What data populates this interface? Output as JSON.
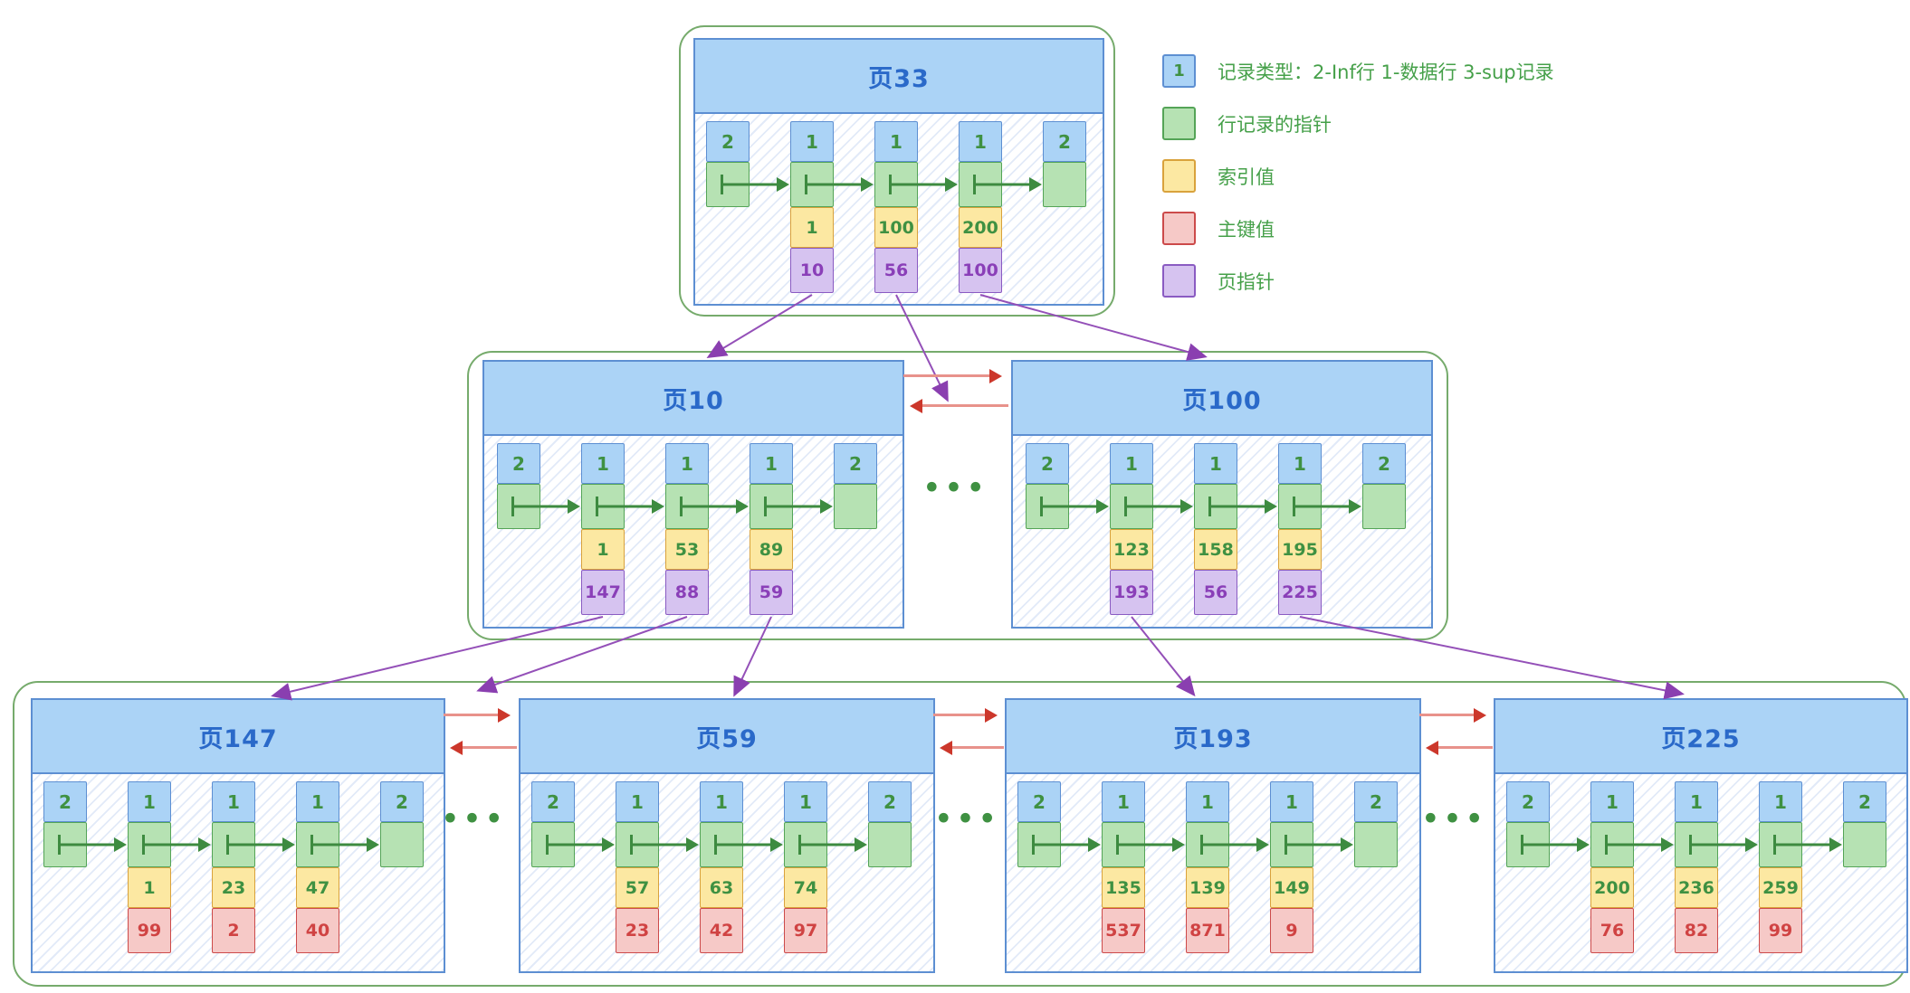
{
  "legend": {
    "items": [
      {
        "id": "record-type",
        "box_label": "1",
        "label": "记录类型：2-Inf行 1-数据行 3-sup记录"
      },
      {
        "id": "row-pointer",
        "label": "行记录的指针"
      },
      {
        "id": "index-value",
        "label": "索引值"
      },
      {
        "id": "primary-key",
        "label": "主键值"
      },
      {
        "id": "page-pointer",
        "label": "页指针"
      }
    ]
  },
  "ellipsis": "•••",
  "colors": {
    "record_type_fill": "#abd3f6",
    "record_type_border": "#5d8fd2",
    "row_pointer_fill": "#b6e2b3",
    "row_pointer_green": "#3d8b40",
    "index_value_fill": "#fce8a2",
    "index_value_border": "#d9a23c",
    "primary_key_fill": "#f6c9c7",
    "primary_key_border": "#cc4a4a",
    "page_pointer_fill": "#d6c3f0",
    "page_pointer_border": "#8a5bc2",
    "page_title_blue": "#2a69c9",
    "legend_text_green": "#45a049",
    "container_green": "#76ab6c",
    "sibling_arrow_red": "#e8928b",
    "pointer_arrow_purple": "#8e44ad"
  },
  "tree": {
    "pages": [
      {
        "id": "root33",
        "title": "页33",
        "records": [
          {
            "type": "2"
          },
          {
            "type": "1",
            "index": "1",
            "page_ptr": "10"
          },
          {
            "type": "1",
            "index": "100",
            "page_ptr": "56"
          },
          {
            "type": "1",
            "index": "200",
            "page_ptr": "100"
          },
          {
            "type": "2"
          }
        ]
      },
      {
        "id": "mid10",
        "title": "页10",
        "records": [
          {
            "type": "2"
          },
          {
            "type": "1",
            "index": "1",
            "page_ptr": "147"
          },
          {
            "type": "1",
            "index": "53",
            "page_ptr": "88"
          },
          {
            "type": "1",
            "index": "89",
            "page_ptr": "59"
          },
          {
            "type": "2"
          }
        ]
      },
      {
        "id": "mid100",
        "title": "页100",
        "records": [
          {
            "type": "2"
          },
          {
            "type": "1",
            "index": "123",
            "page_ptr": "193"
          },
          {
            "type": "1",
            "index": "158",
            "page_ptr": "56"
          },
          {
            "type": "1",
            "index": "195",
            "page_ptr": "225"
          },
          {
            "type": "2"
          }
        ]
      },
      {
        "id": "leaf147",
        "title": "页147",
        "records": [
          {
            "type": "2"
          },
          {
            "type": "1",
            "index": "1",
            "pk": "99"
          },
          {
            "type": "1",
            "index": "23",
            "pk": "2"
          },
          {
            "type": "1",
            "index": "47",
            "pk": "40"
          },
          {
            "type": "2"
          }
        ]
      },
      {
        "id": "leaf59",
        "title": "页59",
        "records": [
          {
            "type": "2"
          },
          {
            "type": "1",
            "index": "57",
            "pk": "23"
          },
          {
            "type": "1",
            "index": "63",
            "pk": "42"
          },
          {
            "type": "1",
            "index": "74",
            "pk": "97"
          },
          {
            "type": "2"
          }
        ]
      },
      {
        "id": "leaf193",
        "title": "页193",
        "records": [
          {
            "type": "2"
          },
          {
            "type": "1",
            "index": "135",
            "pk": "537"
          },
          {
            "type": "1",
            "index": "139",
            "pk": "871"
          },
          {
            "type": "1",
            "index": "149",
            "pk": "9"
          },
          {
            "type": "2"
          }
        ]
      },
      {
        "id": "leaf225",
        "title": "页225",
        "records": [
          {
            "type": "2"
          },
          {
            "type": "1",
            "index": "200",
            "pk": "76"
          },
          {
            "type": "1",
            "index": "236",
            "pk": "82"
          },
          {
            "type": "1",
            "index": "259",
            "pk": "99"
          },
          {
            "type": "2"
          }
        ]
      }
    ]
  }
}
